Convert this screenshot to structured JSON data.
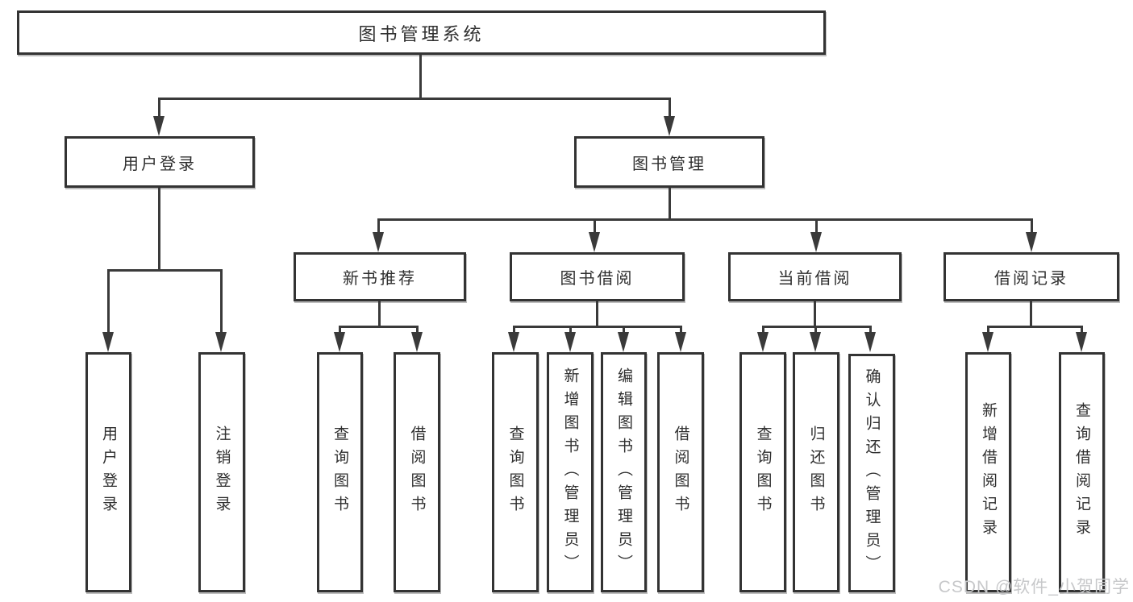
{
  "title": "图书管理系统",
  "tree": {
    "root": {
      "label": "图书管理系统"
    },
    "branches": [
      {
        "label": "用户登录",
        "children": [
          {
            "label": "用户登录"
          },
          {
            "label": "注销登录"
          }
        ]
      },
      {
        "label": "图书管理",
        "children": [
          {
            "label": "新书推荐",
            "children": [
              {
                "label": "查询图书"
              },
              {
                "label": "借阅图书"
              }
            ]
          },
          {
            "label": "图书借阅",
            "children": [
              {
                "label": "查询图书"
              },
              {
                "label": "新增图书（管理员）"
              },
              {
                "label": "编辑图书（管理员）"
              },
              {
                "label": "借阅图书"
              }
            ]
          },
          {
            "label": "当前借阅",
            "children": [
              {
                "label": "查询图书"
              },
              {
                "label": "归还图书"
              },
              {
                "label": "确认归还（管理员）"
              }
            ]
          },
          {
            "label": "借阅记录",
            "children": [
              {
                "label": "新增借阅记录"
              },
              {
                "label": "查询借阅记录"
              }
            ]
          }
        ]
      }
    ]
  },
  "watermark": {
    "text": "CSDN @软件_小贺同学"
  },
  "colors": {
    "line": "#3a3a3a",
    "text": "#2f2f2f",
    "box_border": "#333333",
    "box_background": "#ffffff",
    "background": "#ffffff",
    "watermark": "#c7c8ca"
  }
}
